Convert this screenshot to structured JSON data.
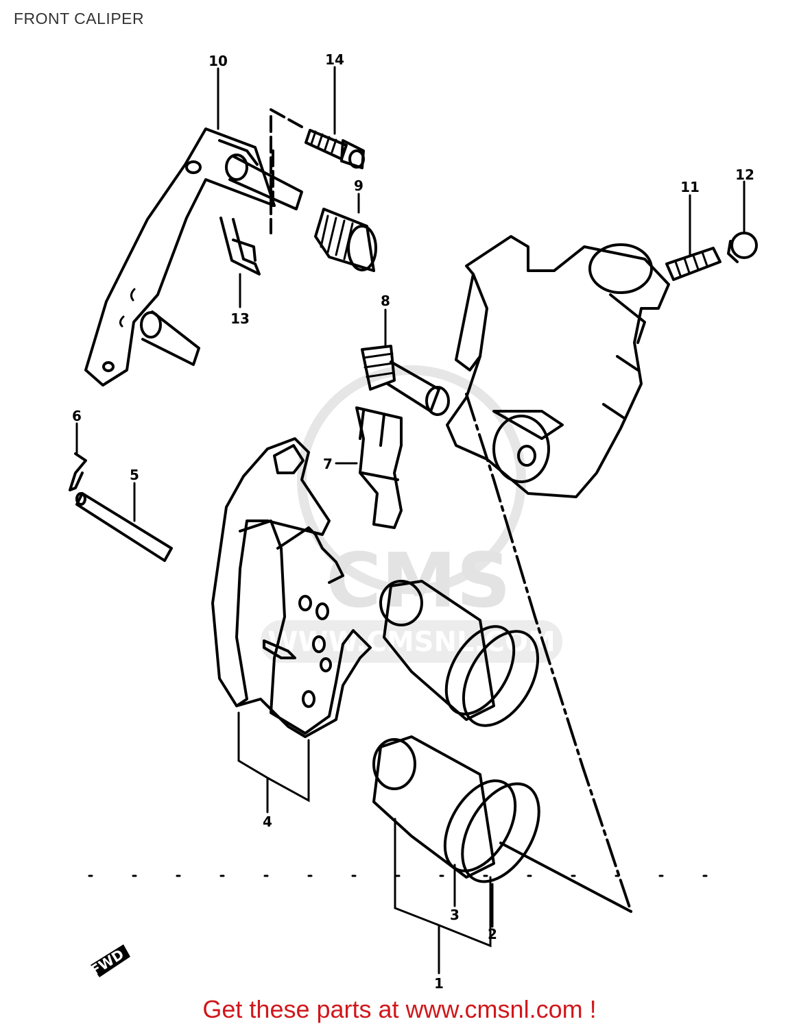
{
  "title": "FRONT CALIPER",
  "footer": {
    "text": "Get these parts at www.cmsnl.com !",
    "color": "#d0171b"
  },
  "watermark": {
    "text": "CMS",
    "url_text": "WWW.CMSNL.COM"
  },
  "fwd_marker": "FWD",
  "callouts": [
    {
      "id": "label-1",
      "text": "1"
    },
    {
      "id": "label-2",
      "text": "2"
    },
    {
      "id": "label-3",
      "text": "3"
    },
    {
      "id": "label-4",
      "text": "4"
    },
    {
      "id": "label-5",
      "text": "5"
    },
    {
      "id": "label-6",
      "text": "6"
    },
    {
      "id": "label-7",
      "text": "7"
    },
    {
      "id": "label-8",
      "text": "8"
    },
    {
      "id": "label-9",
      "text": "9"
    },
    {
      "id": "label-10",
      "text": "10"
    },
    {
      "id": "label-11",
      "text": "11"
    },
    {
      "id": "label-12",
      "text": "12"
    },
    {
      "id": "label-13",
      "text": "13"
    },
    {
      "id": "label-14",
      "text": "14"
    }
  ]
}
